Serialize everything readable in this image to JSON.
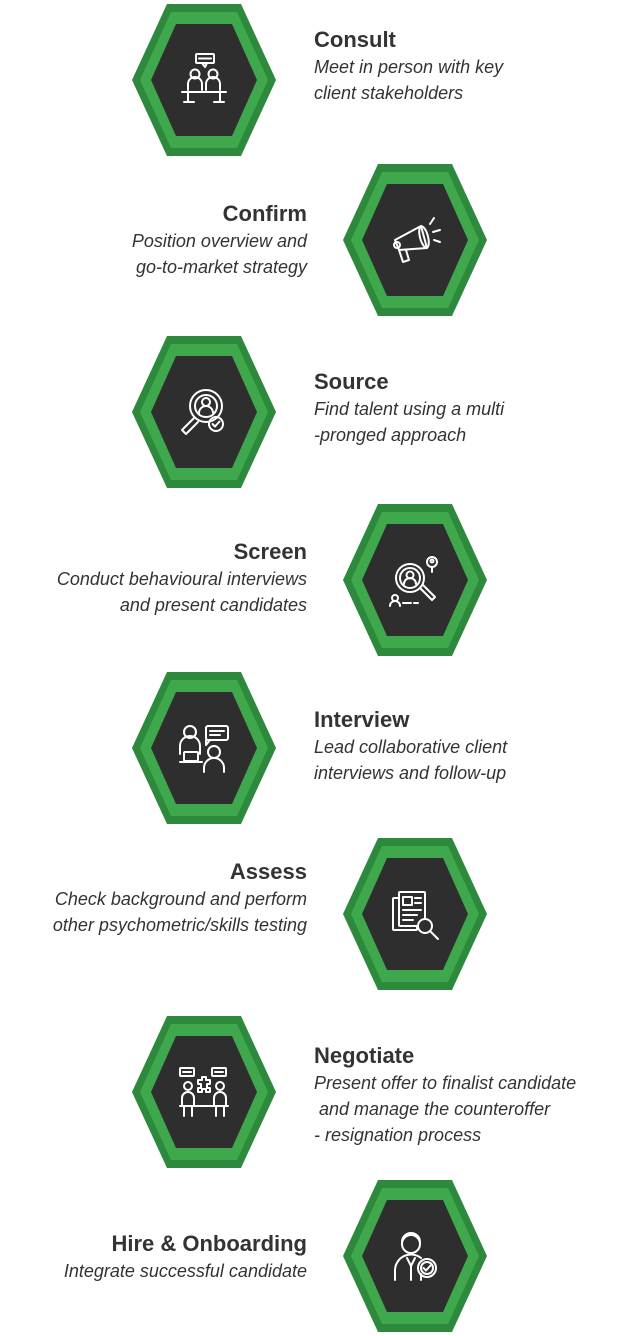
{
  "colors": {
    "outer": "#2d8a3d",
    "middle": "#40a84c",
    "inner": "#2e2e2e",
    "icon": "#ffffff",
    "text": "#333333"
  },
  "steps": [
    {
      "title": "Consult",
      "desc": [
        "Meet in person with key",
        "client stakeholders"
      ],
      "icon": "meeting-icon"
    },
    {
      "title": "Confirm",
      "desc": [
        "Position overview and",
        "go-to-market strategy"
      ],
      "icon": "megaphone-icon"
    },
    {
      "title": "Source",
      "desc": [
        "Find talent using a multi",
        "-pronged approach"
      ],
      "icon": "talent-search-icon"
    },
    {
      "title": "Screen",
      "desc": [
        "Conduct behavioural interviews",
        "and present candidates"
      ],
      "icon": "candidate-screen-icon"
    },
    {
      "title": "Interview",
      "desc": [
        "Lead collaborative client",
        "interviews and follow-up"
      ],
      "icon": "interview-icon"
    },
    {
      "title": "Assess",
      "desc": [
        "Check background and perform",
        "other psychometric/skills testing"
      ],
      "icon": "document-review-icon"
    },
    {
      "title": "Negotiate",
      "desc": [
        "Present offer to finalist candidate",
        " and manage the counteroffer",
        "- resignation process"
      ],
      "icon": "negotiation-icon"
    },
    {
      "title": "Hire & Onboarding",
      "desc": [
        "Integrate successful candidate"
      ],
      "icon": "hire-icon"
    }
  ]
}
